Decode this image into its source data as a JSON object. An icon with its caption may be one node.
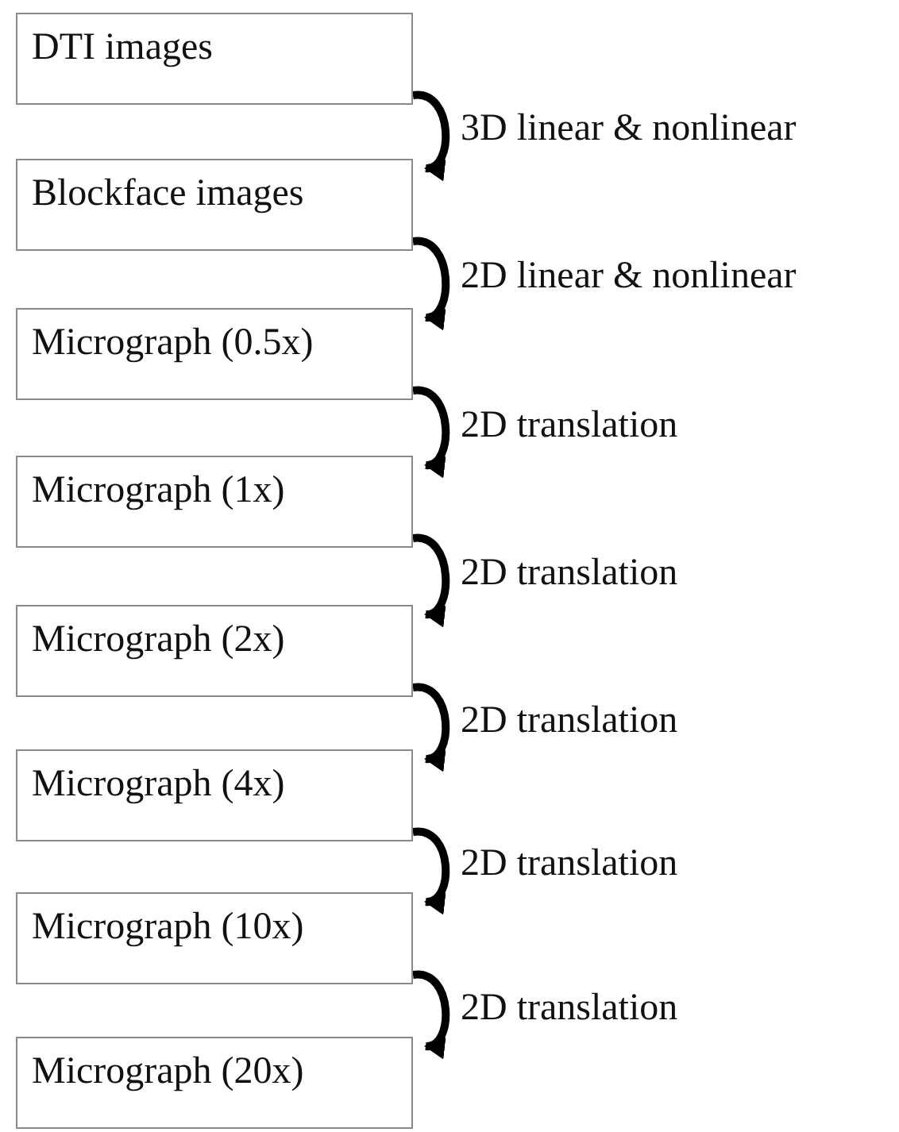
{
  "diagram": {
    "nodes": [
      {
        "text": [
          "DTI images"
        ]
      },
      {
        "text": [
          "Blockface images"
        ]
      },
      {
        "text": [
          "Micrograph (0.5x)"
        ]
      },
      {
        "text": [
          "Micrograph (1x)"
        ]
      },
      {
        "text": [
          "Micrograph (2x)"
        ]
      },
      {
        "text": [
          "Micrograph (4x)"
        ]
      },
      {
        "text": [
          "Micrograph (10x)"
        ]
      },
      {
        "text": [
          "Micrograph (20x)"
        ]
      }
    ],
    "edges": [
      {
        "from": 0,
        "to": 1,
        "arrow": "to",
        "label": "3D linear & nonlinear"
      },
      {
        "from": 1,
        "to": 2,
        "arrow": "to",
        "label": "2D linear & nonlinear"
      },
      {
        "from": 2,
        "to": 3,
        "arrow": "to",
        "label": "2D translation"
      },
      {
        "from": 3,
        "to": 4,
        "arrow": "to",
        "label": "2D translation"
      },
      {
        "from": 4,
        "to": 5,
        "arrow": "to",
        "label": "2D translation"
      },
      {
        "from": 5,
        "to": 6,
        "arrow": "to",
        "label": "2D translation"
      },
      {
        "from": 6,
        "to": 7,
        "arrow": "to",
        "label": "2D translation"
      }
    ]
  }
}
